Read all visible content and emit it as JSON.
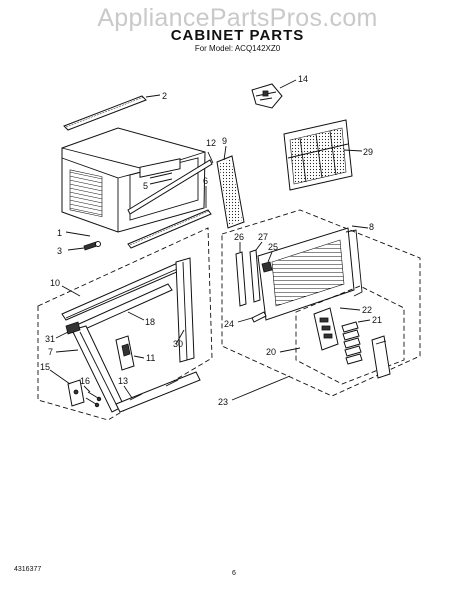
{
  "watermark": "AppliancePartsPros.com",
  "title": "CABINET PARTS",
  "subtitle": "For Model: ACQ142XZ0",
  "footer": {
    "doc_number": "4316377",
    "page": "6"
  },
  "callouts": {
    "c1": "1",
    "c2": "2",
    "c3": "3",
    "c5": "5",
    "c6": "6",
    "c7": "7",
    "c8": "8",
    "c9": "9",
    "c10": "10",
    "c11": "11",
    "c12": "12",
    "c13": "13",
    "c14": "14",
    "c15": "15",
    "c16": "16",
    "c18": "18",
    "c20": "20",
    "c21": "21",
    "c22": "22",
    "c23": "23",
    "c24": "24",
    "c25": "25",
    "c26": "26",
    "c27": "27",
    "c29": "29",
    "c30": "30",
    "c31": "31"
  }
}
